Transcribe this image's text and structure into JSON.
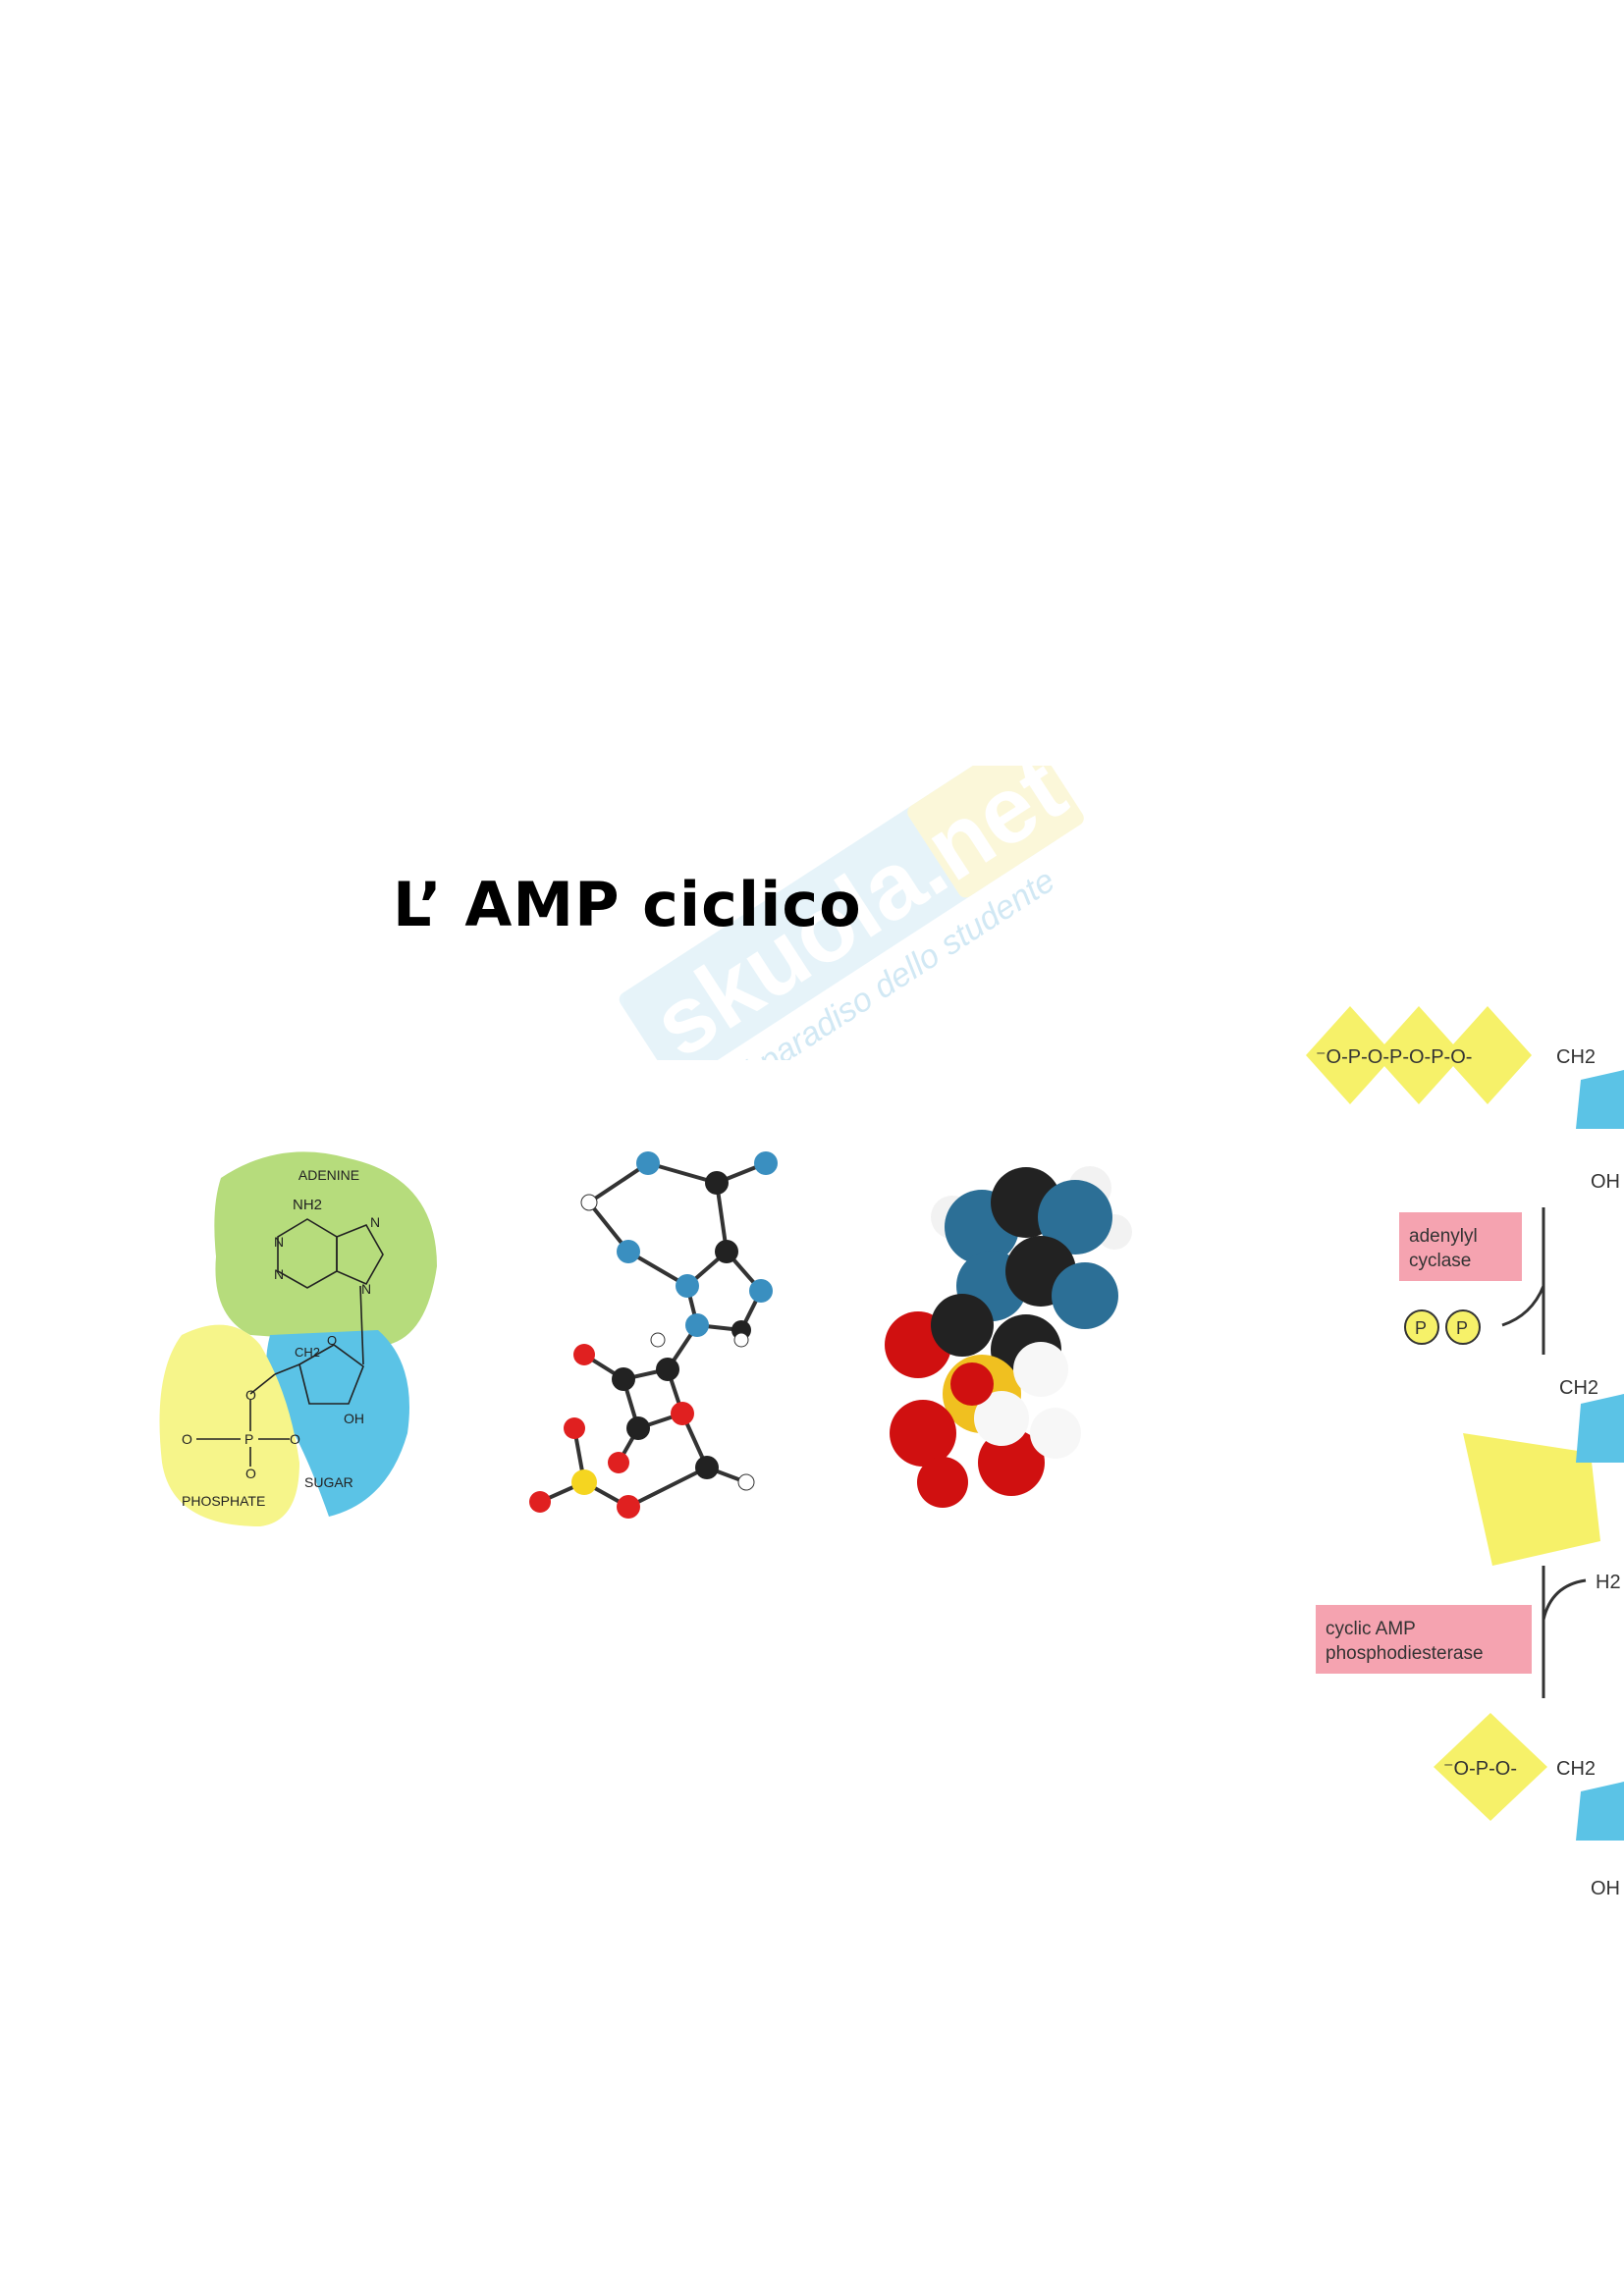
{
  "page": {
    "title": "L’ AMP ciclico"
  },
  "watermark": {
    "brand": "skuola.net",
    "tagline": "Il paradiso dello studente"
  },
  "structure_diagram": {
    "adenine_label": "ADENINE",
    "nh2_label": "NH2",
    "sugar_label": "SUGAR",
    "phosphate_label": "PHOSPHATE",
    "oh_label": "OH",
    "ch2_label": "CH2",
    "n_atom": "N",
    "o_atom": "O",
    "p_atom": "P",
    "colors": {
      "adenine": "#b6dc7c",
      "sugar": "#5bc3e6",
      "phosphate": "#f6f58a"
    }
  },
  "pathway": {
    "enzyme1_label_line1": "adenylyl",
    "enzyme1_label_line2": "cyclase",
    "pp_label": "P",
    "enzyme2_label_line1": "cyclic AMP",
    "enzyme2_label_line2": "phosphodiesterase",
    "water_label": "H2",
    "oh_label": "OH",
    "ch2_label": "CH2",
    "colors": {
      "enzyme_box": "#f5a3b0",
      "phosphate": "#f6f169",
      "ring": "#5bc3e6"
    }
  }
}
